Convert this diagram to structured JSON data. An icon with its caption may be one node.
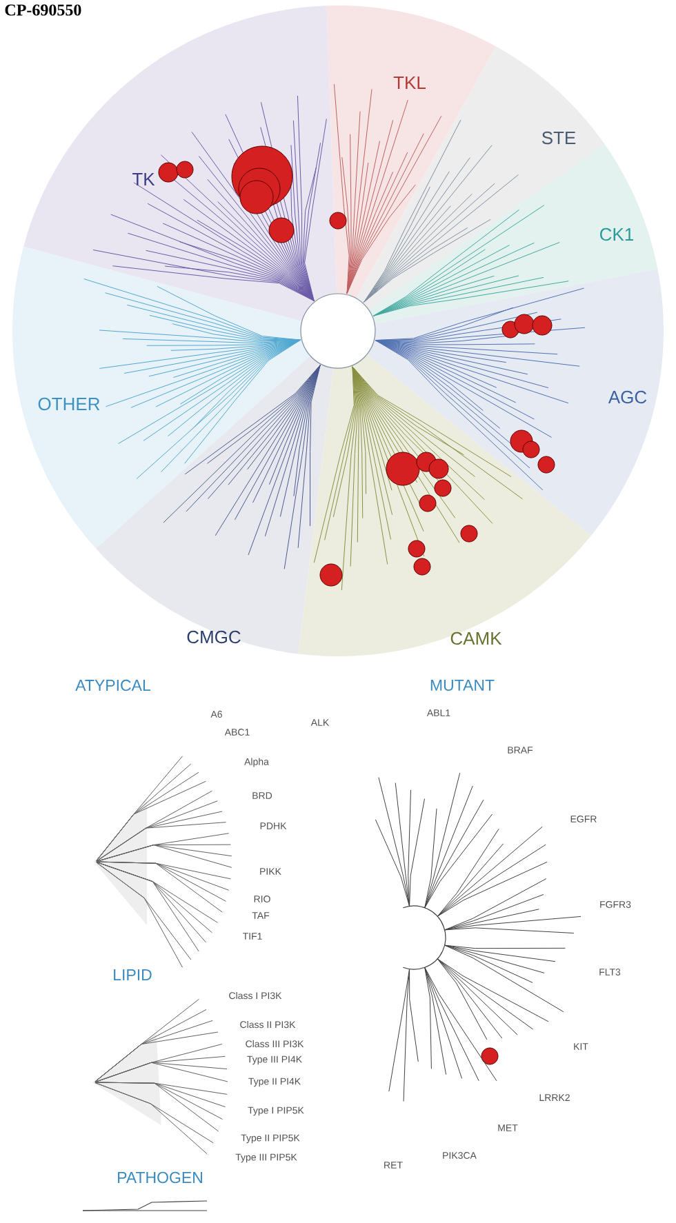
{
  "diagram": {
    "title": "CP-690550",
    "nodes": [
      {
        "text": [
          "TKL"
        ]
      },
      {
        "text": [
          "STE"
        ]
      },
      {
        "text": [
          "TK"
        ]
      },
      {
        "text": [
          "CK1"
        ]
      },
      {
        "text": [
          "AGC"
        ]
      },
      {
        "text": [
          "OTHER"
        ]
      },
      {
        "text": [
          "CMGC"
        ]
      },
      {
        "text": [
          "CAMK"
        ]
      }
    ],
    "edges": [],
    "labels": [
      "ATYPICAL",
      "MUTANT",
      "A6",
      "ABC1",
      "ALK",
      "ABL1",
      "Alpha",
      "BRAF",
      "BRD",
      "PDHK",
      "EGFR",
      "PIKK",
      "RIO",
      "FGFR3",
      "TAF",
      "TIF1",
      "LIPID",
      "FLT3",
      "Class I PI3K",
      "Class II PI3K",
      "Class III PI3K",
      "KIT",
      "Type III PI4K",
      "Type II PI4K",
      "LRRK2",
      "Type I PIP5K",
      "MET",
      "Type II PIP5K",
      "PIK3CA",
      "Type III PIP5K",
      "RET",
      "PATHOGEN"
    ]
  }
}
